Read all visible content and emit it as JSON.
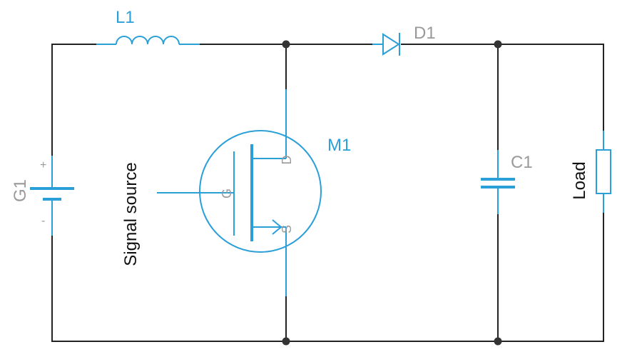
{
  "components": {
    "inductor": {
      "ref": "L1"
    },
    "diode": {
      "ref": "D1"
    },
    "mosfet": {
      "ref": "M1",
      "pin_drain": "D",
      "pin_gate": "G",
      "pin_source": "S"
    },
    "battery": {
      "ref": "G1",
      "plus": "+",
      "minus": "-"
    },
    "capacitor": {
      "ref": "C1"
    },
    "load": {
      "label": "Load"
    },
    "signal": {
      "label": "Signal source"
    }
  },
  "colors": {
    "component": "#2b9fd8",
    "wire": "#222222",
    "ref_label": "#999999"
  }
}
